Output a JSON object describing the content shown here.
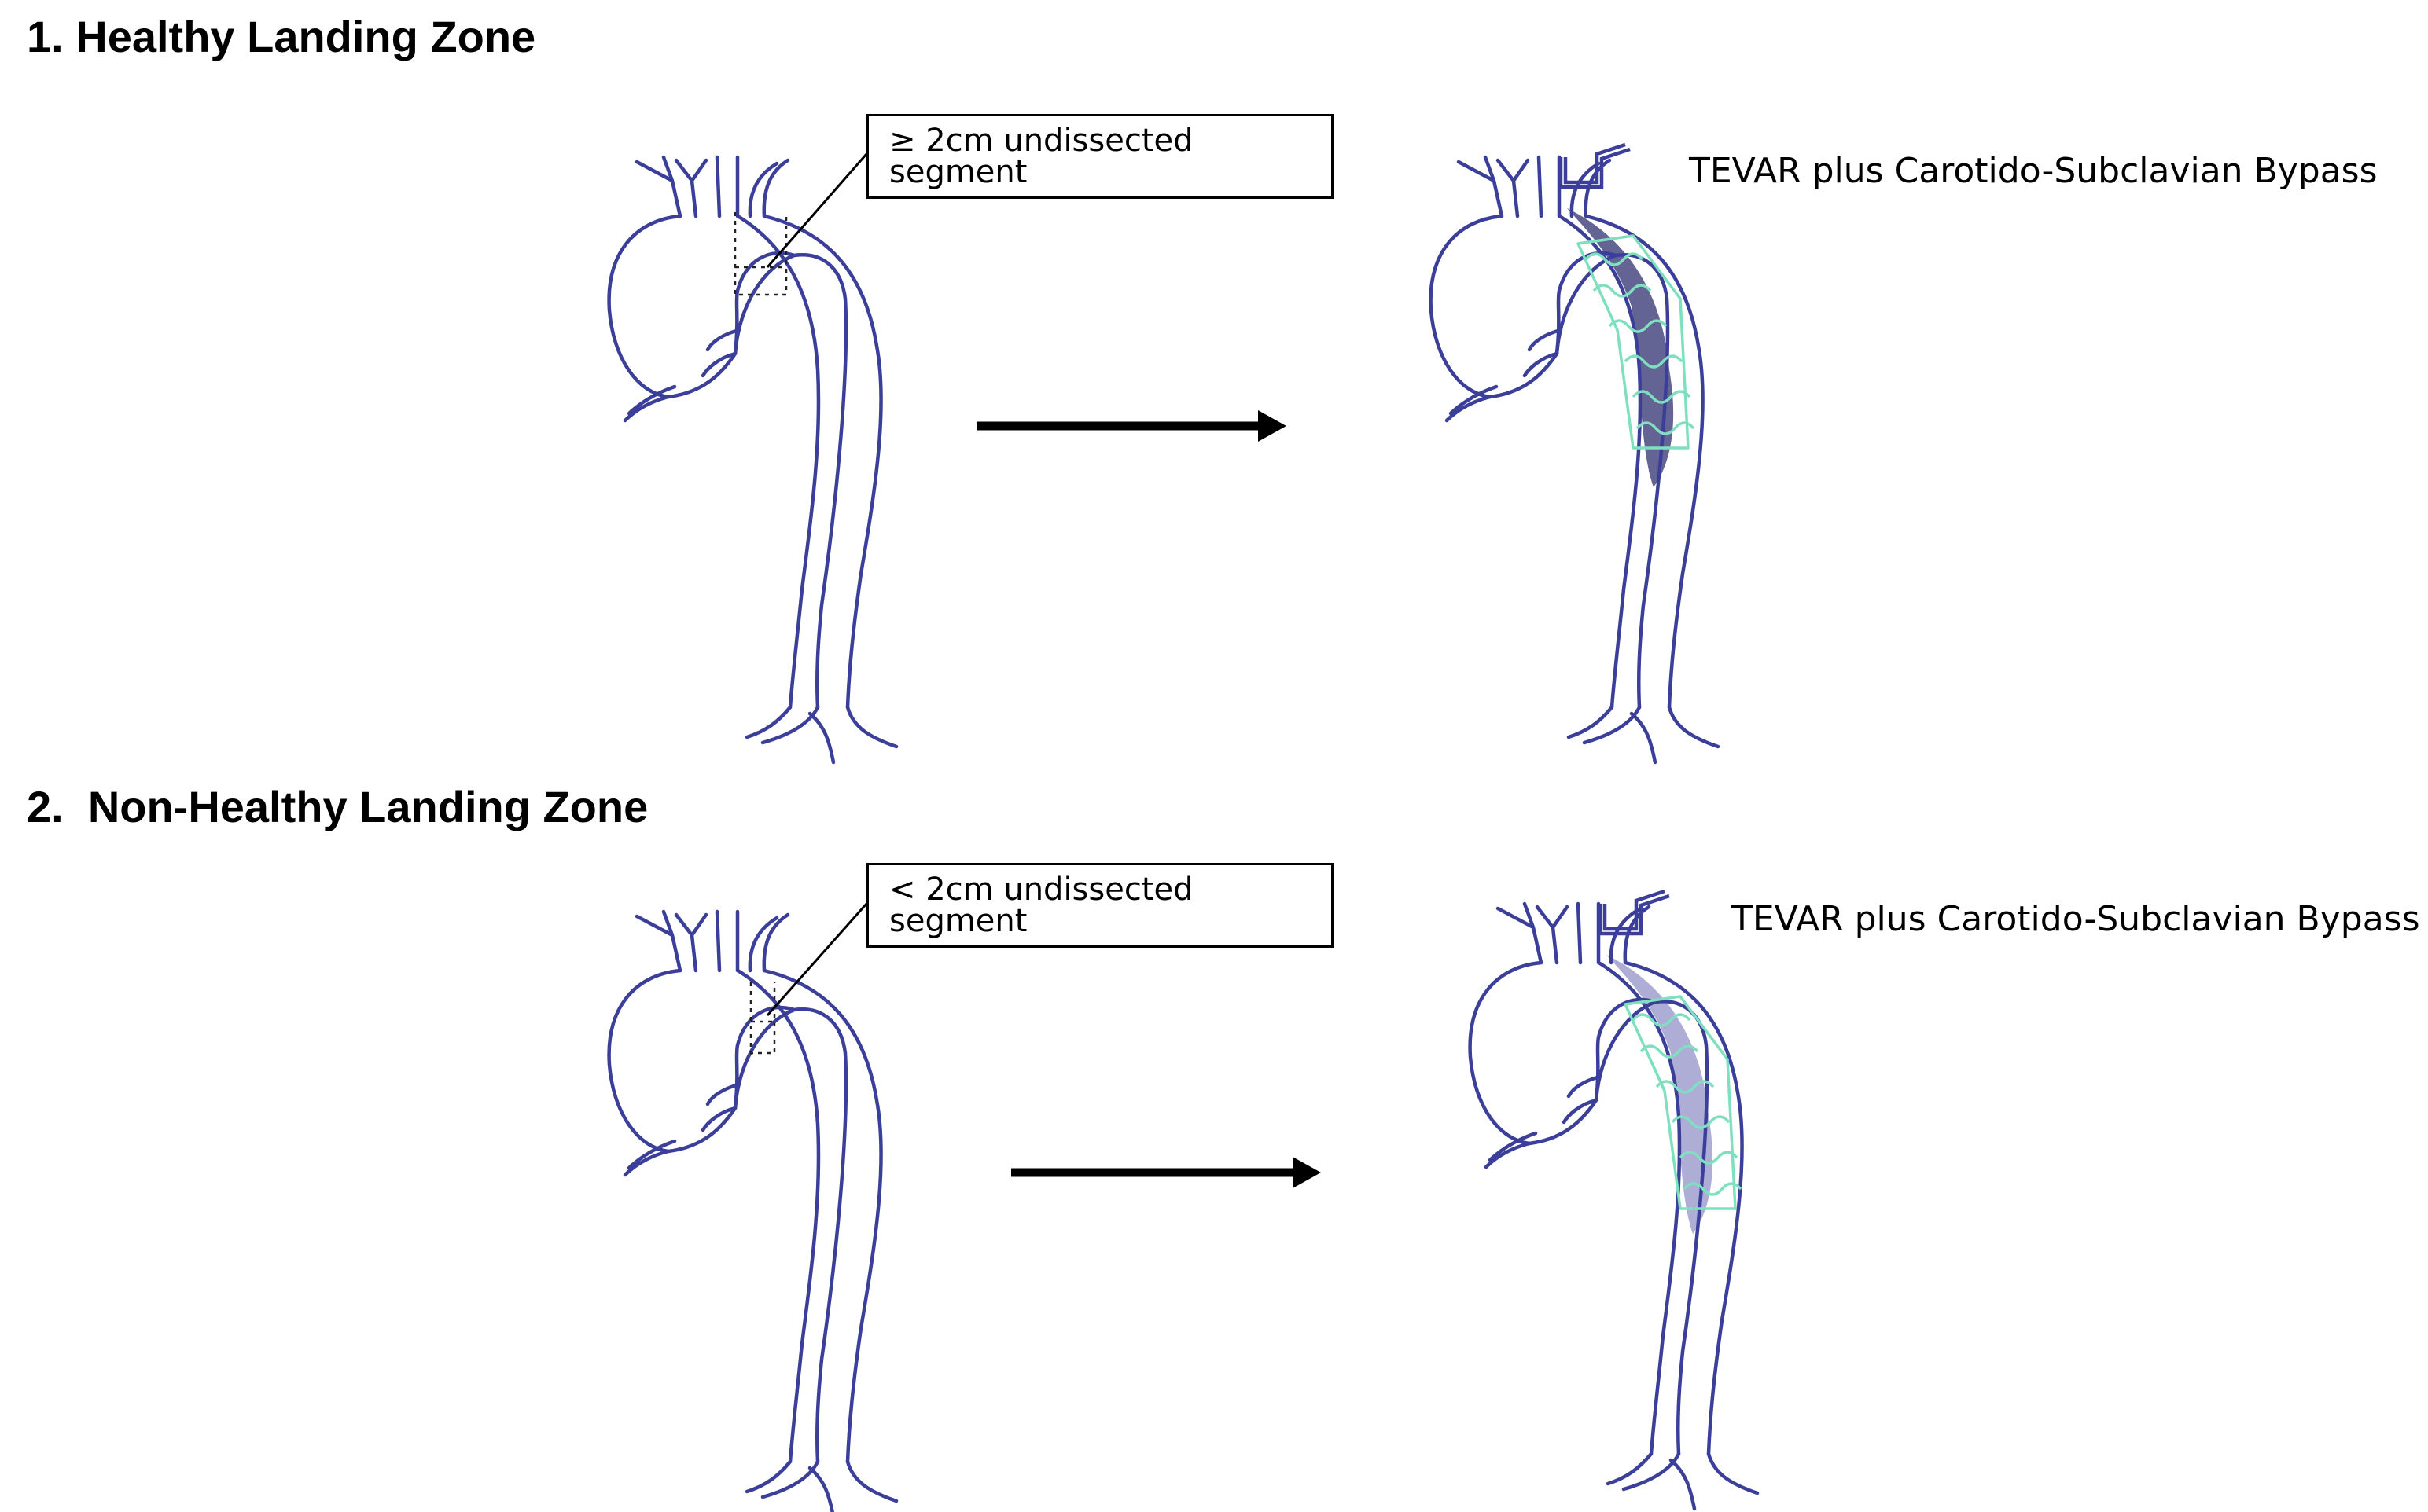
{
  "sections": [
    {
      "title": "1. Healthy Landing Zone",
      "callout": "≥ 2cm undissected segment",
      "procedure": "TEVAR plus Carotido-Subclavian Bypass"
    },
    {
      "title": "2.  Non-Healthy Landing Zone",
      "callout": "< 2cm undissected segment",
      "procedure": "TEVAR plus Carotido-Subclavian Bypass"
    }
  ],
  "colors": {
    "vessel": "#3b3f9a",
    "stent": "#7ee0bf",
    "false_lumen_dark": "#2f2f70",
    "false_lumen_light": "#8a8ac4",
    "arrow": "#000000"
  }
}
